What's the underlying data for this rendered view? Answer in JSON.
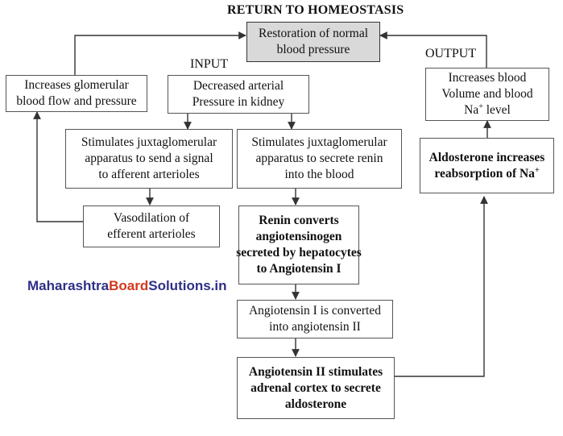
{
  "title": "RETURN TO HOMEOSTASIS",
  "labels": {
    "input": "INPUT",
    "output": "OUTPUT"
  },
  "watermark": {
    "part1": "Maharashtra",
    "part2": "Board",
    "part3": "Solutions.in"
  },
  "nodes": {
    "restoration": [
      "Restoration of normal",
      "blood pressure"
    ],
    "glomerular": [
      "Increases glomerular",
      "blood flow and pressure"
    ],
    "decreased_pressure": [
      "Decreased arterial",
      "Pressure in kidney"
    ],
    "jga_signal": [
      "Stimulates juxtaglomerular",
      "apparatus to send a signal",
      "to afferent arterioles"
    ],
    "jga_renin": [
      "Stimulates juxtaglomerular",
      "apparatus to secrete renin",
      "into the blood"
    ],
    "vasodilation": [
      "Vasodilation of",
      "efferent arterioles"
    ],
    "renin_converts": [
      "Renin converts",
      "angiotensinogen",
      "secreted by hepatocytes",
      "to Angiotensin I"
    ],
    "ang1_converted": [
      "Angiotensin I is converted",
      "into angiotensin II"
    ],
    "ang2_stimulates": [
      "Angiotensin II stimulates",
      "adrenal cortex to secrete",
      "aldosterone"
    ],
    "output_box": {
      "line1": "Increases blood",
      "line2": "Volume and blood",
      "na": "Na",
      "sup": "+",
      "level": " level"
    },
    "aldosterone": {
      "line1": "Aldosterone increases",
      "line2_text": "reabsorption of Na",
      "sup": "+"
    }
  }
}
